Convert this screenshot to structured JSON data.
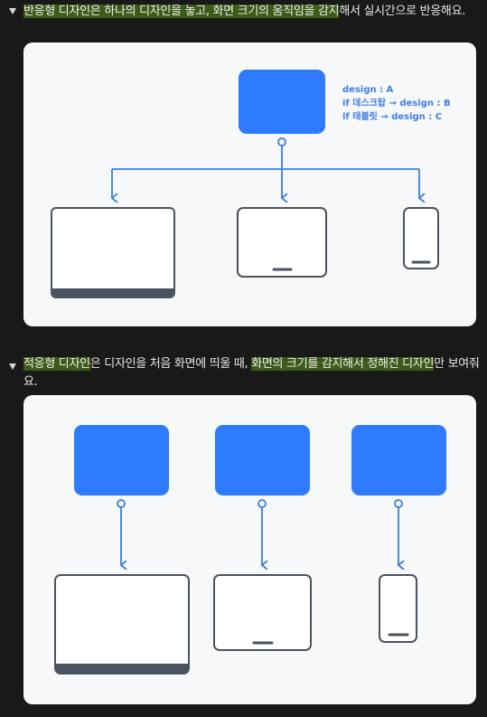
{
  "block1": {
    "text_parts": [
      {
        "text": "반응형 디자인은 하나의 디자인을 놓고, 화면 크기의 움직임을 감지",
        "highlight": true
      },
      {
        "text": "해서 실시간으로 반응해요.",
        "highlight": false
      }
    ],
    "design_label": "design : A",
    "desktop_label": "if 데스크탑 → design : B",
    "tablet_label": "if 태블릿 → design : C"
  },
  "block2": {
    "text_parts": [
      {
        "text": "적응형 디자인",
        "highlight": true
      },
      {
        "text": "은 디자인을 처음 화면에 띄울 때, ",
        "highlight": false
      },
      {
        "text": "화면의 크기를 감지해서 정해진 디자인",
        "highlight": true
      },
      {
        "text": "만 보여줘요.",
        "highlight": false
      }
    ]
  },
  "colors": {
    "accent": "#2e7bff",
    "connector": "#3b7ddd",
    "device_outline": "#4a5360",
    "highlight_bg": "#3c5a18",
    "card_bg": "#f7f8fa",
    "page_bg": "#191919"
  }
}
